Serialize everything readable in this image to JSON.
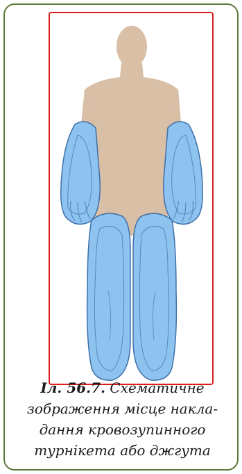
{
  "caption": {
    "label": "Іл. 56.7.",
    "line1": "Схематичне",
    "line2": "зображення місце накла-",
    "line3": "дання кровозупинного",
    "line4": "турнікета або джгута"
  },
  "colors": {
    "frame": "#5d7a3c",
    "figure_border": "#d9201c",
    "body": "#d8bfa6",
    "limb_fill": "#8ec3f0",
    "limb_outline": "#3f6fa8"
  }
}
